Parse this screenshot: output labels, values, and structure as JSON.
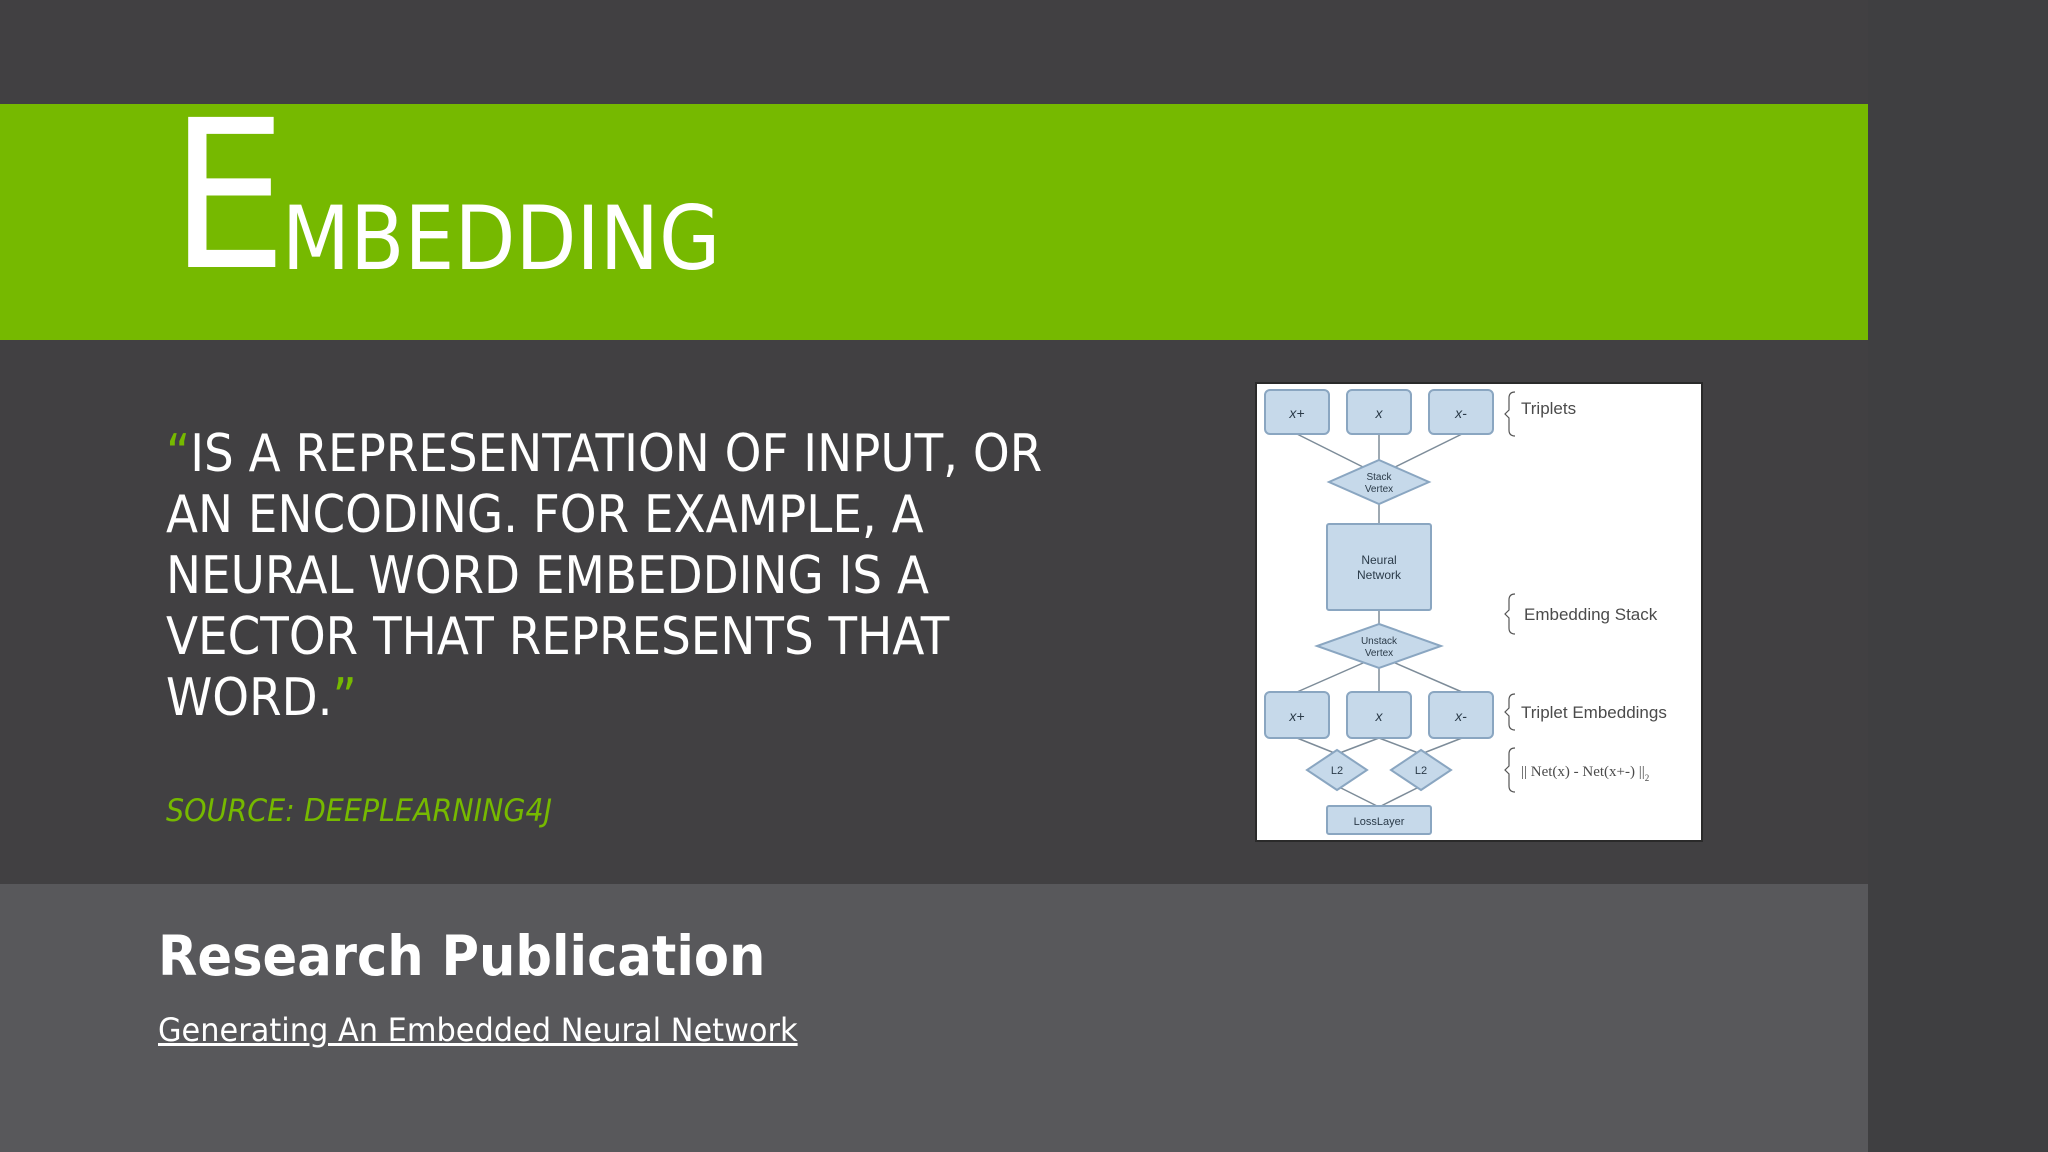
{
  "slide": {
    "title_initial": "E",
    "title_rest": "MBEDDING",
    "quote_open": "“",
    "quote_text": "IS A REPRESENTATION OF INPUT, OR AN ENCODING. FOR EXAMPLE, A NEURAL WORD EMBEDDING IS A VECTOR THAT REPRESENTS THAT WORD.",
    "quote_close": "”",
    "source": "SOURCE: DEEPLEARNING4J"
  },
  "figure": {
    "triplet_nodes": [
      "x+",
      "x",
      "x-"
    ],
    "stack_vertex": "Stack Vertex",
    "stack_vertex_lines": [
      "Stack",
      "Vertex"
    ],
    "neural_network_lines": [
      "Neural",
      "Network"
    ],
    "unstack_vertex_lines": [
      "Unstack",
      "Vertex"
    ],
    "embedding_nodes": [
      "x+",
      "x",
      "x-"
    ],
    "l2_nodes": [
      "L2",
      "L2"
    ],
    "loss_layer": "LossLayer",
    "annotations": {
      "triplets": "Triplets",
      "embedding_stack": "Embedding Stack",
      "triplet_embeddings": "Triplet Embeddings",
      "loss_formula": "|| Net(x) - Net(x+-) ||",
      "loss_formula_sub": "2"
    },
    "colors": {
      "node_fill": "#c6d9ea",
      "node_stroke": "#8aa6c1"
    }
  },
  "publication": {
    "heading": "Research Publication",
    "link_text": "Generating An Embedded Neural Network"
  },
  "colors": {
    "accent": "#76b900",
    "background": "#414042",
    "bottom_band": "#58585b"
  }
}
